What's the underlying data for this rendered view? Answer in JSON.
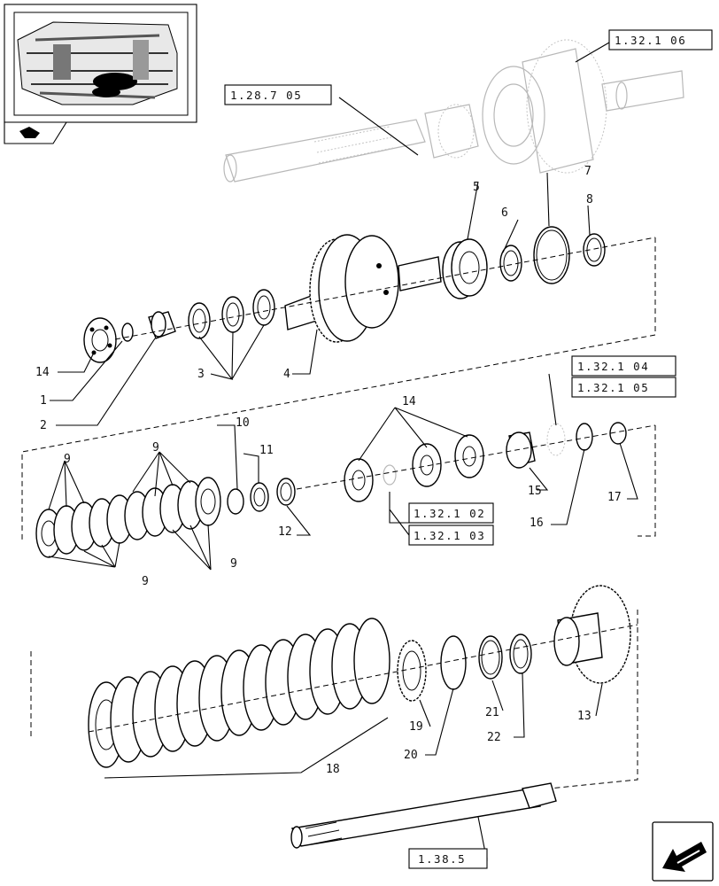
{
  "refs": {
    "r_1_28_7_05": "1.28.7 05",
    "r_1_32_1_06": "1.32.1 06",
    "r_1_32_1_04": "1.32.1 04",
    "r_1_32_1_05": "1.32.1 05",
    "r_1_32_1_02": "1.32.1 02",
    "r_1_32_1_03": "1.32.1 03",
    "r_1_38_5": "1.38.5"
  },
  "parts": {
    "p1": "1",
    "p2": "2",
    "p3": "3",
    "p4": "4",
    "p5": "5",
    "p6": "6",
    "p7": "7",
    "p8": "8",
    "p9a": "9",
    "p9b": "9",
    "p9c": "9",
    "p9d": "9",
    "p10": "10",
    "p11": "11",
    "p12": "12",
    "p13": "13",
    "p14a": "14",
    "p14b": "14",
    "p15": "15",
    "p16": "16",
    "p17": "17",
    "p18": "18",
    "p19": "19",
    "p20": "20",
    "p21": "21",
    "p22": "22"
  },
  "icons": {
    "thumbnail": "transmission-thumbnail-icon",
    "book": "book-icon",
    "nav": "arrow-back-icon"
  }
}
